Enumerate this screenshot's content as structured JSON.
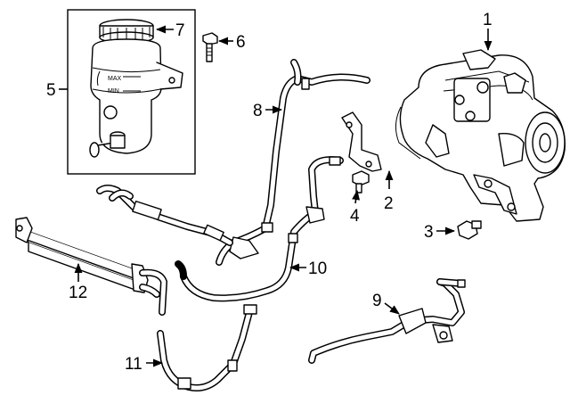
{
  "callouts": {
    "c1": "1",
    "c2": "2",
    "c3": "3",
    "c4": "4",
    "c5": "5",
    "c6": "6",
    "c7": "7",
    "c8": "8",
    "c9": "9",
    "c10": "10",
    "c11": "11",
    "c12": "12"
  },
  "reservoir_marks": {
    "max": "MAX",
    "min": "MIN"
  }
}
